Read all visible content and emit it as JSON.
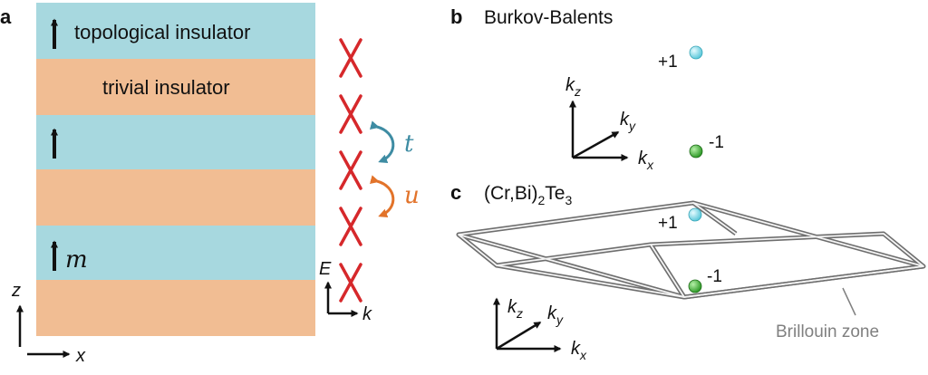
{
  "figure": {
    "panel_a": {
      "letter": "a",
      "layer_top_label": "topological insulator",
      "layer_mid_label": "trivial insulator",
      "magnetization_label": "m",
      "hopping_t": "t",
      "hopping_u": "u",
      "energy_axis": "E",
      "momentum_axis": "k",
      "real_axis_z": "z",
      "real_axis_x": "x"
    },
    "panel_b": {
      "letter": "b",
      "title": "Burkov-Balents",
      "charge_plus": "+1",
      "charge_minus": "-1",
      "axis_kz": "k",
      "axis_kz_sub": "z",
      "axis_ky": "k",
      "axis_ky_sub": "y",
      "axis_kx": "k",
      "axis_kx_sub": "x"
    },
    "panel_c": {
      "letter": "c",
      "title_main": "(Cr,Bi)",
      "title_sub": "2",
      "title_end": "Te",
      "title_end_sub": "3",
      "charge_plus": "+1",
      "charge_minus": "-1",
      "zone_label": "Brillouin zone",
      "axis_kz": "k",
      "axis_kz_sub": "z",
      "axis_ky": "k",
      "axis_ky_sub": "y",
      "axis_kx": "k",
      "axis_kx_sub": "x"
    },
    "colors": {
      "topological_layer": "#a7d8df",
      "trivial_layer": "#f1bd93",
      "cross": "#d6282b",
      "t_arrow": "#3e8ca3",
      "u_arrow": "#e2732a",
      "node_plus": "#6fd3e3",
      "node_minus": "#3fae35",
      "zone_edge": "#6e6e6e"
    }
  }
}
